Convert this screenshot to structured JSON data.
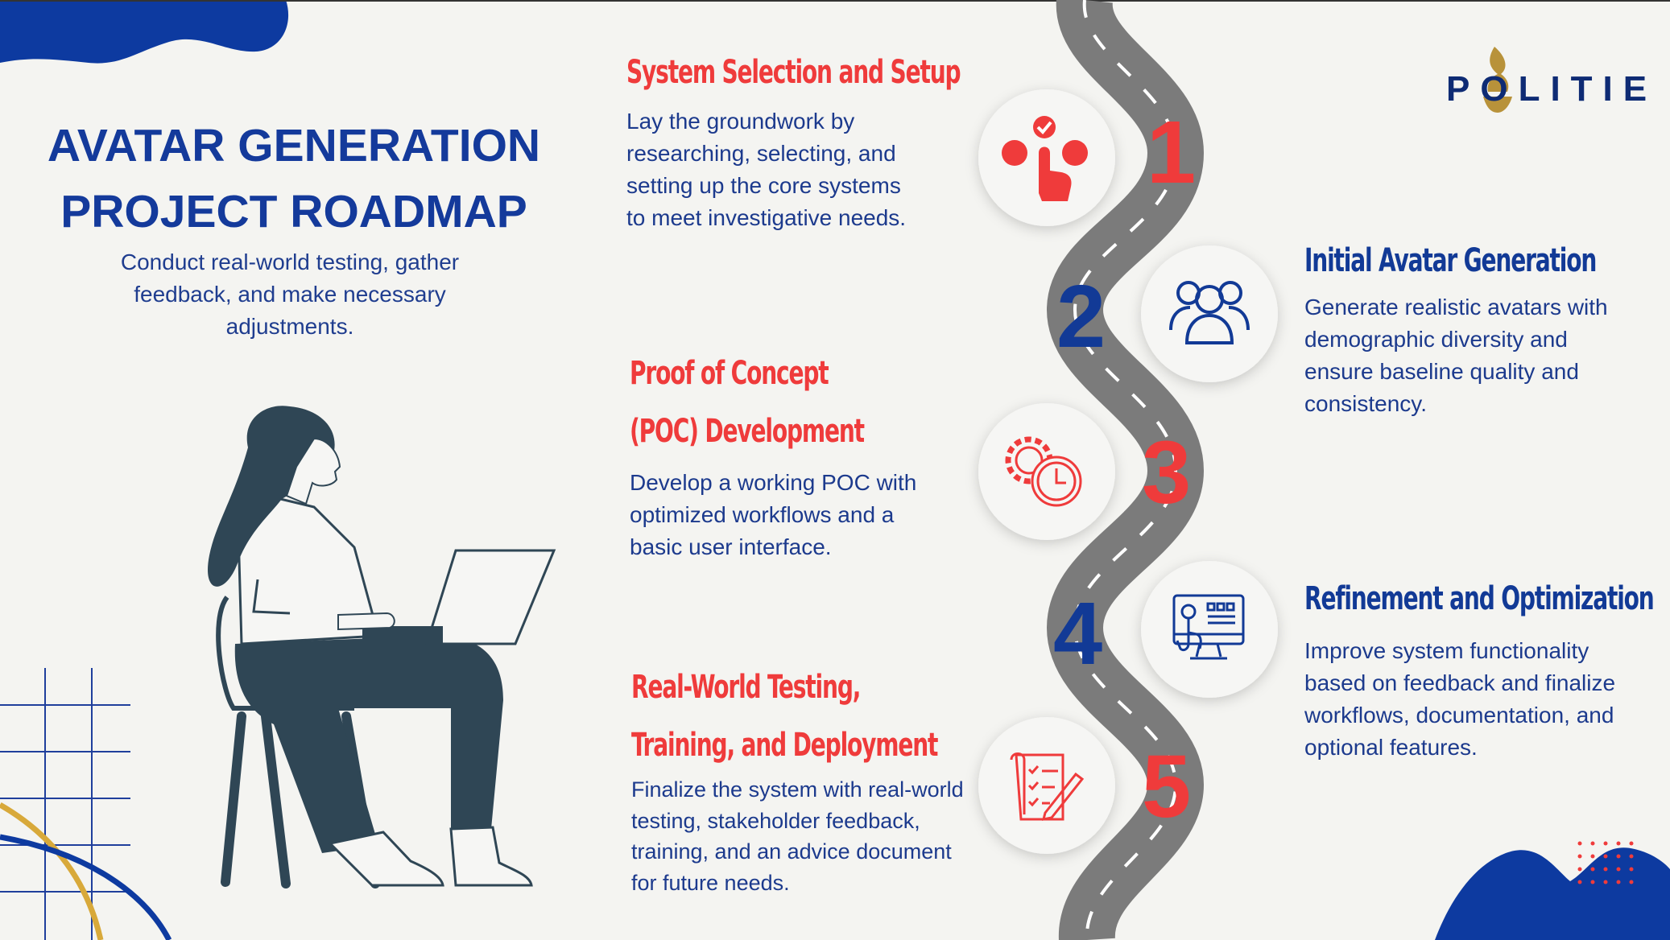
{
  "header": {
    "title_line1": "AVATAR GENERATION",
    "title_line2": "PROJECT ROADMAP",
    "subtitle": "Conduct real-world testing, gather feedback, and make necessary adjustments."
  },
  "brand": {
    "text": "POLITIE"
  },
  "steps": [
    {
      "number": "1",
      "icon": "touch-options-icon",
      "title_lines": [
        "System Selection and Setup"
      ],
      "description": "Lay the groundwork by researching, selecting, and setting up the core systems to meet investigative needs."
    },
    {
      "number": "2",
      "icon": "user-group-icon",
      "title_lines": [
        "Initial Avatar Generation"
      ],
      "description": "Generate realistic avatars with demographic diversity and ensure baseline quality and consistency."
    },
    {
      "number": "3",
      "icon": "gear-clock-icon",
      "title_lines": [
        "Proof of Concept",
        "(POC) Development"
      ],
      "description": "Develop a working POC with optimized workflows and a basic user interface."
    },
    {
      "number": "4",
      "icon": "computer-touch-icon",
      "title_lines": [
        "Refinement and Optimization"
      ],
      "description": "Improve system functionality based on feedback and finalize workflows, documentation, and optional features."
    },
    {
      "number": "5",
      "icon": "checklist-pen-icon",
      "title_lines": [
        "Real-World Testing,",
        "Training, and Deployment"
      ],
      "description": "Finalize the system with real-world testing, stakeholder feedback, training, and an advice document for future needs."
    }
  ],
  "colors": {
    "navy": "#123a96",
    "red": "#ef3b3b",
    "road": "#7a7a7a",
    "background": "#f4f4f1",
    "gold": "#d8a93a"
  }
}
